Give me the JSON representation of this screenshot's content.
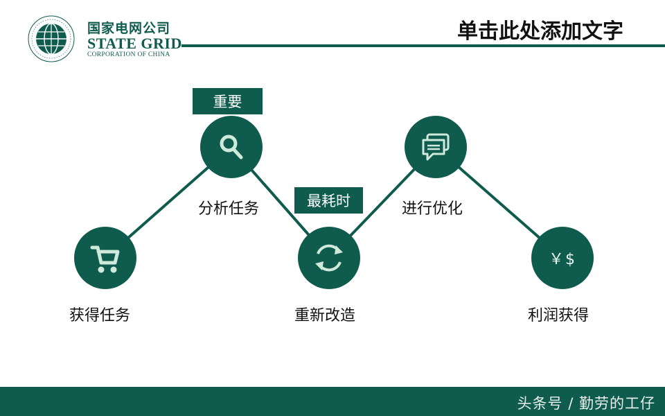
{
  "logo": {
    "name_cn": "国家电网公司",
    "name_en": "STATE GRID",
    "subtitle": "CORPORATION OF CHINA",
    "ring_text": "STATE GRID CORPORATION OF CHINA"
  },
  "header": {
    "title": "单击此处添加文字"
  },
  "tags": {
    "important": "重要",
    "most_time": "最耗时"
  },
  "steps": [
    {
      "label": "获得任务",
      "icon": "shopping-cart-icon"
    },
    {
      "label": "分析任务",
      "icon": "search-icon"
    },
    {
      "label": "重新改造",
      "icon": "refresh-cycle-icon"
    },
    {
      "label": "进行优化",
      "icon": "chat-bubbles-icon"
    },
    {
      "label": "利润获得",
      "icon": "currency-icon",
      "icon_text": "￥$"
    }
  ],
  "footer": {
    "watermark": "头条号 / 勤劳的工仔"
  },
  "colors": {
    "primary": "#0f5c4e",
    "icon_light": "#cfe9db",
    "footer_text": "#e6efeb"
  }
}
